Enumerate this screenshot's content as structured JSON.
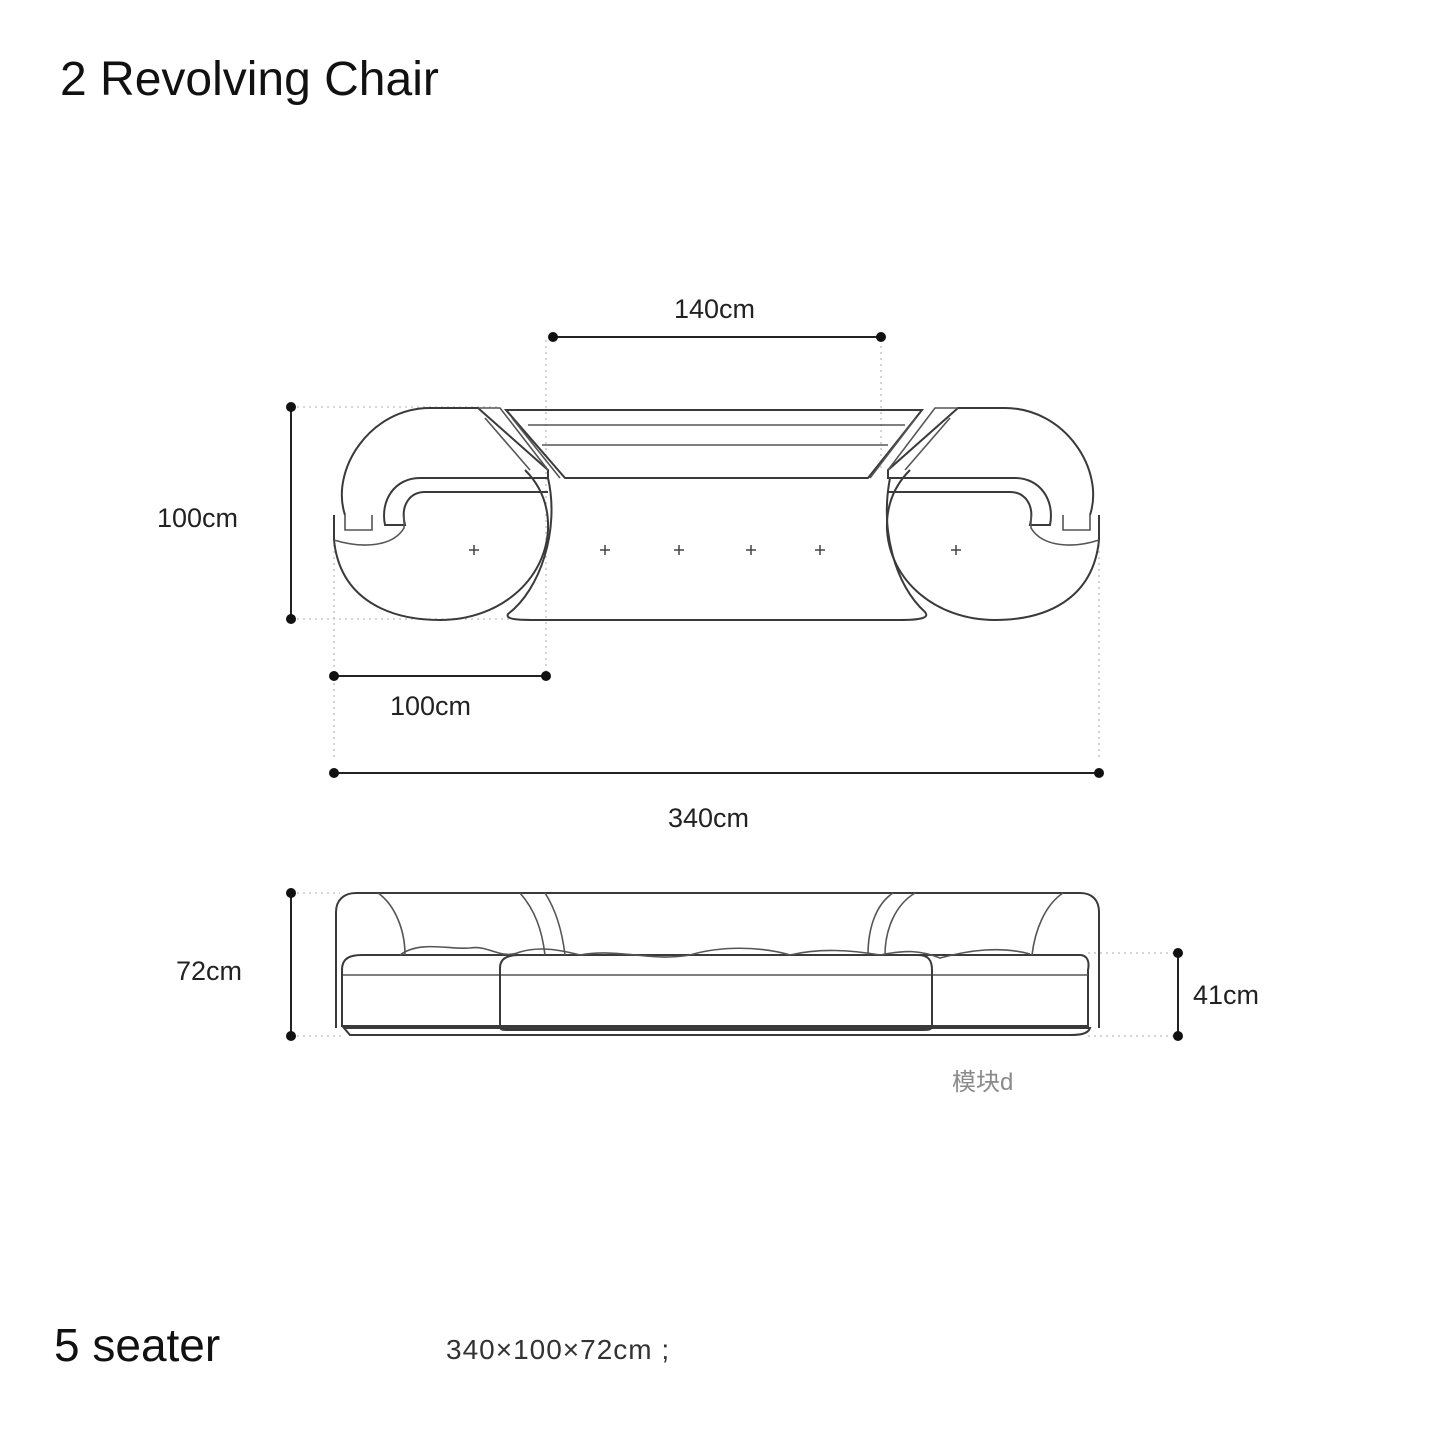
{
  "header": {
    "title": "2 Revolving Chair"
  },
  "footer": {
    "seater_label": "5 seater",
    "overall_dimensions": "340×100×72cm ;"
  },
  "drawing": {
    "module_label": "模块d",
    "dimensions": {
      "middle_width": "140cm",
      "depth": "100cm",
      "chair_width": "100cm",
      "total_width": "340cm",
      "height": "72cm",
      "seat_height": "41cm"
    }
  }
}
